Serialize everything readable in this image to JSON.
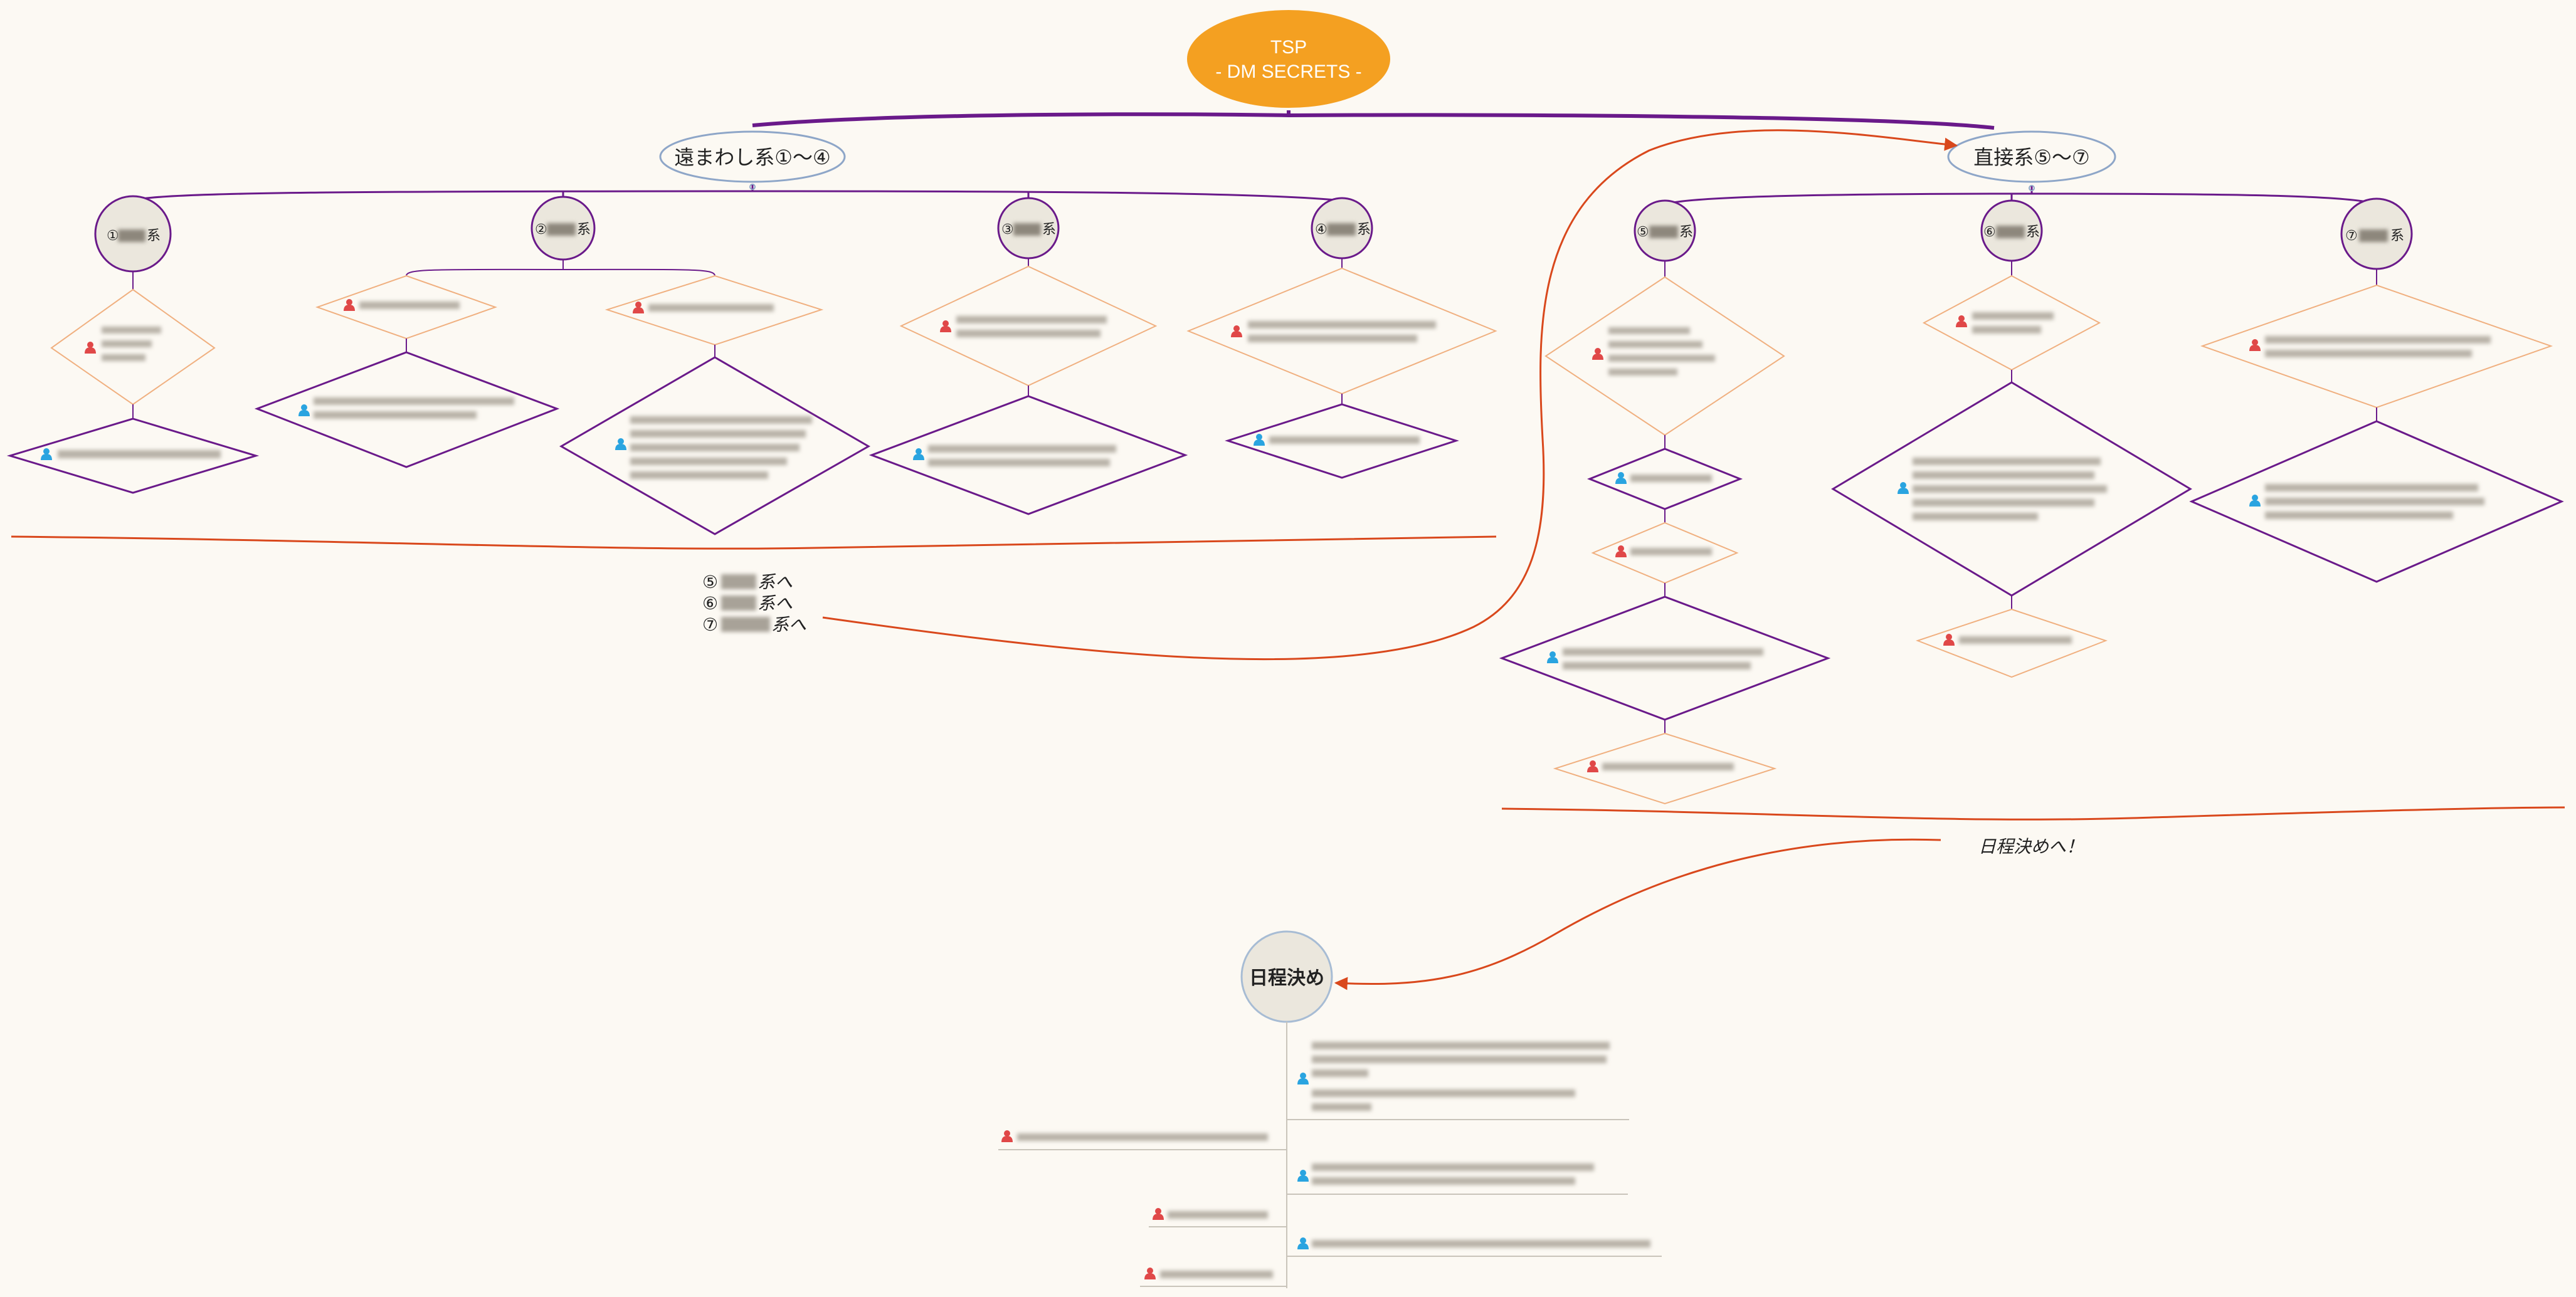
{
  "root": {
    "line1": "TSP",
    "line2": "- DM SECRETS -"
  },
  "branch_indirect": {
    "label": "遠まわし系①〜④"
  },
  "branch_direct": {
    "label": "直接系⑤〜⑦"
  },
  "categories": [
    {
      "prefix": "①",
      "suffix": "系"
    },
    {
      "prefix": "②",
      "suffix": "系"
    },
    {
      "prefix": "③",
      "suffix": "系"
    },
    {
      "prefix": "④",
      "suffix": "系"
    },
    {
      "prefix": "⑤",
      "suffix": "系"
    },
    {
      "prefix": "⑥",
      "suffix": "系"
    },
    {
      "prefix": "⑦",
      "suffix": "系"
    }
  ],
  "redirect_note": {
    "lines": [
      {
        "prefix": "⑤",
        "suffix": "系へ"
      },
      {
        "prefix": "⑥",
        "suffix": "系へ"
      },
      {
        "prefix": "⑦",
        "suffix": "系へ"
      }
    ]
  },
  "schedule_note": {
    "label": "日程決めへ！"
  },
  "schedule": {
    "label": "日程決め"
  },
  "colors": {
    "root_fill": "#f4a021",
    "purple": "#6a1a8a",
    "orange": "#e88a4a",
    "red_line": "#d9481c",
    "blue_outline": "#8ea6c8",
    "node_fill": "#ebe7dd",
    "user_red": "#e04848",
    "user_blue": "#2aa4e0"
  },
  "icons": {
    "self": "person-red-icon",
    "other": "person-blue-icon"
  }
}
